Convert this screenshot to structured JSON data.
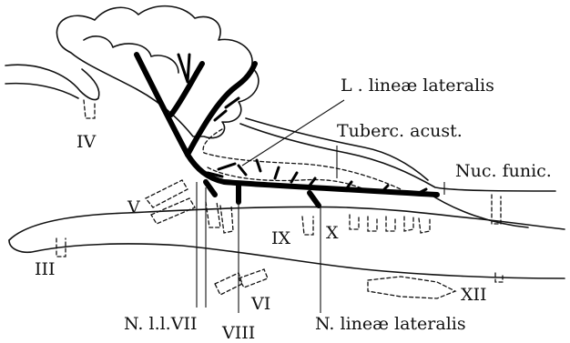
{
  "labels": {
    "l_lineae_lateralis": "L . lineæ  lateralis",
    "tuberc_acust": "Tuberc. acust.",
    "nuc_funic": "Nuc. funic.",
    "n_iv": "IV",
    "n_v": "V",
    "n_iii": "III",
    "n_ix": "IX",
    "n_x": "X",
    "n_vi": "VI",
    "n_xii": "XII",
    "n_lateral_line_vii": "N. l.l.VII",
    "n_viii": "VIII",
    "n_lineae_lateralis": "N.  lineæ  lateralis"
  }
}
